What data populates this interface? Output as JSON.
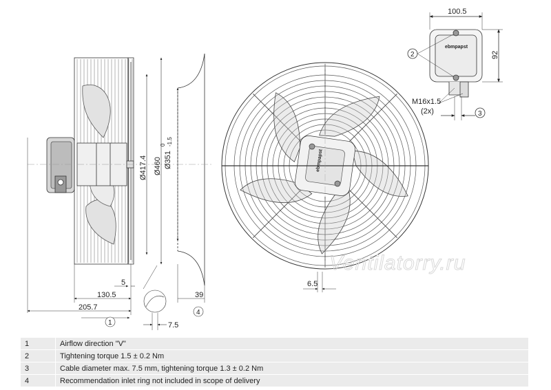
{
  "dimensions": {
    "d_417": "Ø417.4",
    "d_460": "Ø460",
    "d_351": "Ø351",
    "d_351_tol_upper": "0",
    "d_351_tol_lower": "-1.5",
    "w_100_5": "100.5",
    "h_92": "92",
    "d_5": "5",
    "d_130_5": "130.5",
    "d_205_7": "205.7",
    "d_39": "39",
    "d_7_5": "7.5",
    "d_6_5": "6.5",
    "thread": "M16x1.5",
    "thread_qty": "(2x)"
  },
  "callouts": {
    "c1": "1",
    "c2": "2",
    "c3": "3",
    "c4": "4"
  },
  "terminal_brand": "ebmpapst",
  "watermark": "Ventilatorry.ru",
  "notes": [
    {
      "num": "1",
      "text": "Airflow direction \"V\""
    },
    {
      "num": "2",
      "text": "Tightening torque 1.5 ± 0.2 Nm"
    },
    {
      "num": "3",
      "text": "Cable diameter max. 7.5 mm, tightening torque 1.3 ± 0.2 Nm"
    },
    {
      "num": "4",
      "text": "Recommendation inlet ring not included in scope of delivery"
    }
  ]
}
